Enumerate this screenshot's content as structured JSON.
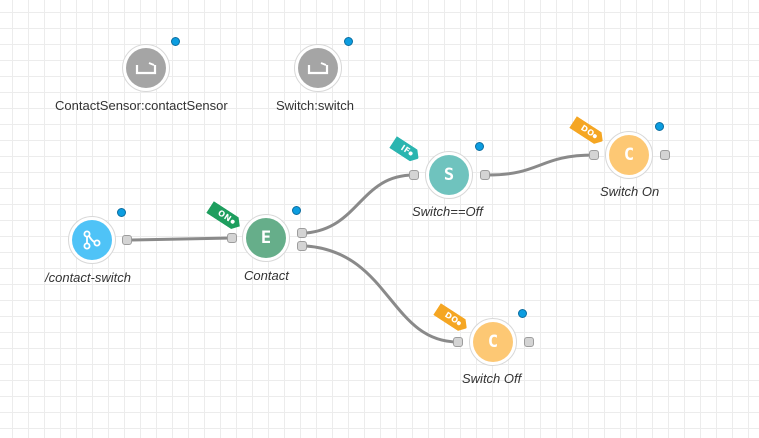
{
  "nodes": {
    "contact_sensor": {
      "label": "ContactSensor:contactSensor",
      "icon": "device-icon"
    },
    "switch_device": {
      "label": "Switch:switch",
      "icon": "device-icon"
    },
    "contact_switch": {
      "label": "/contact-switch",
      "icon": "share-icon"
    },
    "contact": {
      "label": "Contact",
      "letter": "E",
      "tag": "ON"
    },
    "switch_off_cond": {
      "label": "Switch==Off",
      "letter": "S",
      "tag": "IF"
    },
    "switch_on": {
      "label": "Switch On",
      "letter": "C",
      "tag": "DO"
    },
    "switch_off": {
      "label": "Switch Off",
      "letter": "C",
      "tag": "DO"
    }
  },
  "colors": {
    "device": "#a5a5a5",
    "endpoint": "#4fc3f7",
    "event": "#66ae8a",
    "condition": "#6fc3be",
    "command": "#fdc874",
    "tag_on": "#1e9e5e",
    "tag_if": "#2bb5b0",
    "tag_do": "#f5a623",
    "status_dot": "#0c9de0",
    "wire": "#8a8a8a"
  }
}
